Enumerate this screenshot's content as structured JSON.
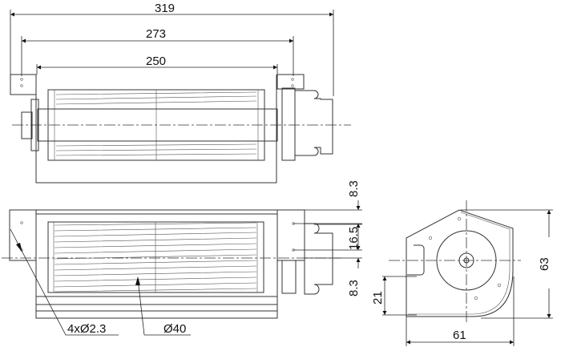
{
  "dimensions": {
    "overall_length": "319",
    "mounting_hole_spacing": "273",
    "rotor_length": "250",
    "top_offset": "8.3",
    "hole_spacing_vertical": "16.5",
    "bottom_offset": "8.3",
    "mounting_holes": "4xØ2.3",
    "rotor_diameter": "Ø40",
    "outlet_height": "21",
    "housing_height": "63",
    "housing_width": "61"
  }
}
